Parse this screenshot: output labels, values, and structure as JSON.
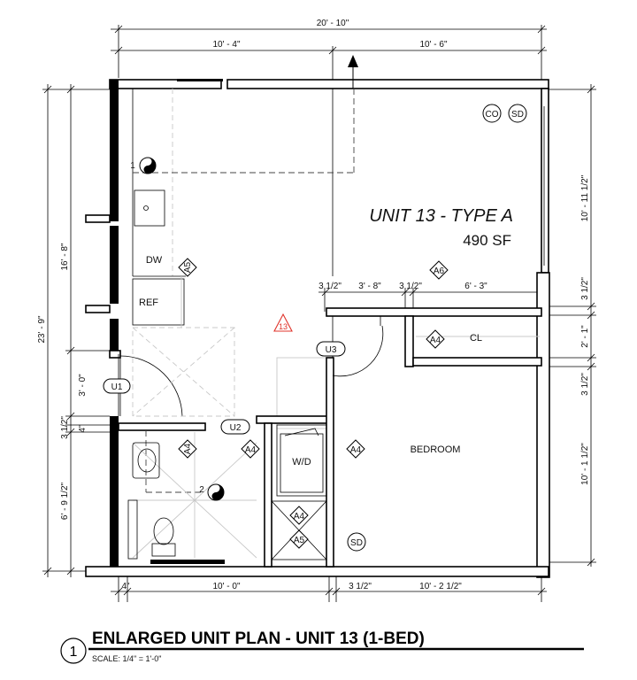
{
  "dimensions": {
    "overall_width": "20' - 10\"",
    "top_left": "10' - 4\"",
    "top_right": "10' - 6\"",
    "left_overall": "23' - 9\"",
    "left_upper": "16' - 8\"",
    "left_door": "3' - 0\"",
    "left_wall_a": "3 1/2\"",
    "left_wall_b": "4\"",
    "left_lower": "6' - 9 1/2\"",
    "right_upper": "10' - 11 1/2\"",
    "right_wall_a": "3 1/2\"",
    "right_closet": "2' - 1\"",
    "right_wall_b": "3 1/2\"",
    "right_lower": "10' - 1 1/2\"",
    "closet_row_a": "3 1/2\"",
    "closet_row_b": "3' - 8\"",
    "closet_row_c": "3 1/2\"",
    "closet_row_d": "6' - 3\"",
    "bottom_a": "4\"",
    "bottom_b": "10' - 0\"",
    "bottom_c": "3 1/2\"",
    "bottom_d": "10' - 2 1/2\""
  },
  "unit": {
    "title": "UNIT 13 - TYPE A",
    "area": "490 SF"
  },
  "rooms": {
    "dw": "DW",
    "ref": "REF",
    "cl": "CL",
    "bedroom": "BEDROOM",
    "wd": "W/D"
  },
  "tags": {
    "co": "CO",
    "sd_top": "SD",
    "sd_bottom": "SD",
    "u1": "U1",
    "u2": "U2",
    "u3": "U3",
    "a5_kitchen": "A5",
    "a6": "A6",
    "a4_closet": "A4",
    "a4_bath": "A4",
    "a4_wd_left": "A4",
    "a4_wd_right": "A4",
    "a4_shaft": "A4",
    "a5_shaft": "A5",
    "note_13": "13",
    "detail_1": "1",
    "detail_2": "2"
  },
  "title_block": {
    "number": "1",
    "title": "ENLARGED UNIT PLAN - UNIT 13 (1-BED)",
    "scale": "SCALE:  1/4\" = 1'-0\""
  },
  "colors": {
    "line": "#000000",
    "ghost": "#c8c8c8",
    "revision": "#e0342b"
  }
}
